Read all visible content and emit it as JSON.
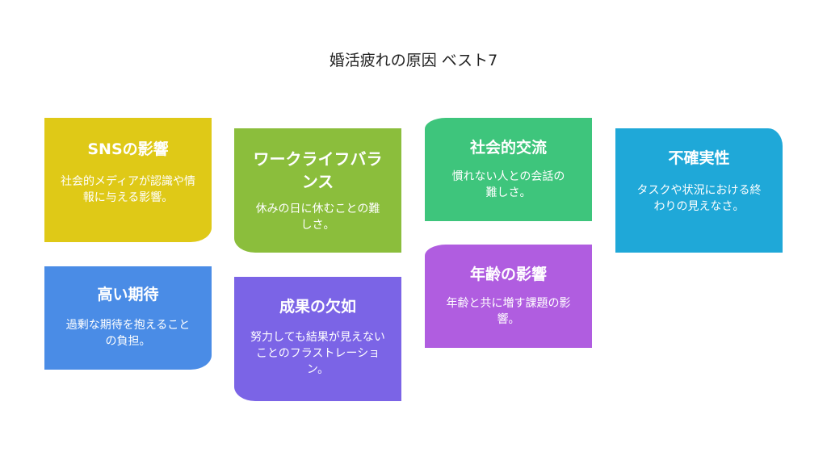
{
  "title": "婚活疲れの原因 ベスト7",
  "cards": [
    {
      "heading": "SNSの影響",
      "text": "社会的メディアが認識や情報に与える影響。",
      "color": "#dfc917"
    },
    {
      "heading": "ワークライフバランス",
      "text": "休みの日に休むことの難しさ。",
      "color": "#8bbe3c"
    },
    {
      "heading": "社会的交流",
      "text": "慣れない人との会話の難しさ。",
      "color": "#3ec57c"
    },
    {
      "heading": "不確実性",
      "text": "タスクや状況における終わりの見えなさ。",
      "color": "#1fa8d8"
    },
    {
      "heading": "高い期待",
      "text": "過剰な期待を抱えることの負担。",
      "color": "#4a8ce6"
    },
    {
      "heading": "成果の欠如",
      "text": "努力しても結果が見えないことのフラストレーション。",
      "color": "#7b64e6"
    },
    {
      "heading": "年齢の影響",
      "text": "年齢と共に増す課題の影響。",
      "color": "#b05de0"
    }
  ]
}
